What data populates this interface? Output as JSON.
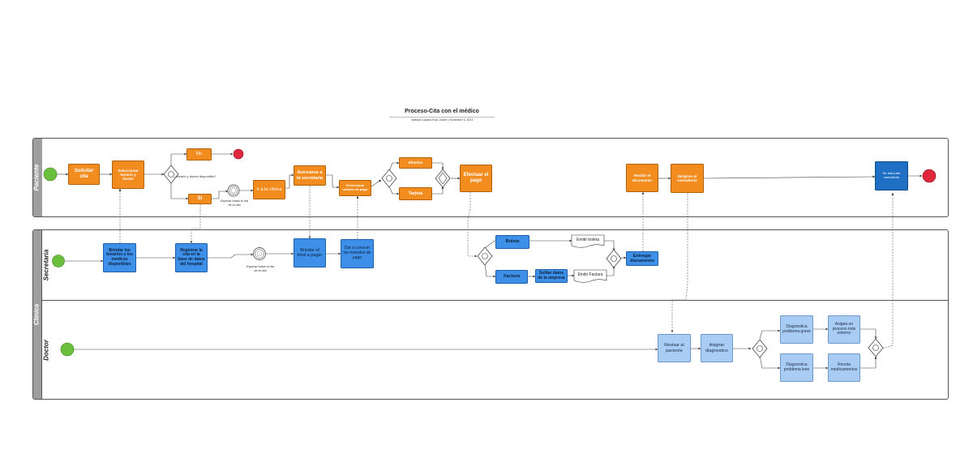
{
  "header": {
    "title": "Proceso-Cita con el médico",
    "subtitle": "Valeska Luciana Ruiz Juarez  |  November 5, 2023"
  },
  "lanes": {
    "paciente": "Paciente",
    "secretaria": "Secretaria",
    "clinica": "Clinica",
    "doctor": "Doctor"
  },
  "paciente": {
    "solicitar_cita": "Solicitar cita",
    "seleccionar_horario": "Seleccionar horario  y doctor",
    "gateway_question": "¿Horario y doctor disponible?",
    "no": "No",
    "si": "Si",
    "esperar_hasta": "Esperar hasta el día de la cita",
    "ir_clinica": "Ir a la clínica",
    "acercarse": "Acercarse a la secretaria",
    "seleccionar_metodo": "Seleccionar método de pago",
    "efectivo": "Efectivo",
    "tarjeta": "Tarjeta",
    "efectuar_pago": "Efectuar el pago",
    "recibir_documento": "Recibir el documento",
    "dirigirse": "Dirigirse al consultorio",
    "se_retira": "Se retira del consultorio"
  },
  "secretaria": {
    "brindar_horarios": "Brindar los horarios y los medicos disponibles",
    "registrar_cita": "Registrar la cita en la base de datos del hospital",
    "esperar_hasta": "Esperar hasta el día de la cita",
    "brindar_total": "Brindar el total a pagar",
    "dar_conocer": "Dar a conocer los metodos de pago",
    "boleta": "Boleta",
    "emitir_boleta": "Emitir boleta",
    "factura": "Factura",
    "solicitar_datos": "Solitar datos de la empresa",
    "emitir_factura": "Emitir Factura",
    "entregar_documento": "Entregar documento"
  },
  "doctor": {
    "revisar_paciente": "Revisar al paciente",
    "asignar_diagnostico": "Asignar diagnostico",
    "problema_grave": "Diagnostica problema grave",
    "problema_leve": "Diagnostica problema leve",
    "asigna_proceso": "Asigna un proceso más externo",
    "receta": "Receta medicamentos"
  },
  "colors": {
    "orange_task": "#f28c1f",
    "blue_task": "#3d8fe8",
    "light_blue_task": "#a9ccf5",
    "dark_blue_task": "#1f6fc4",
    "start_event": "#6cbf3c",
    "end_event": "#e0283c",
    "pool_header": "#9e9e9e"
  },
  "icons": {
    "start": "green-circle",
    "end": "red-circle",
    "gateway": "diamond",
    "timer": "clock-circle",
    "document": "wavy-document"
  }
}
